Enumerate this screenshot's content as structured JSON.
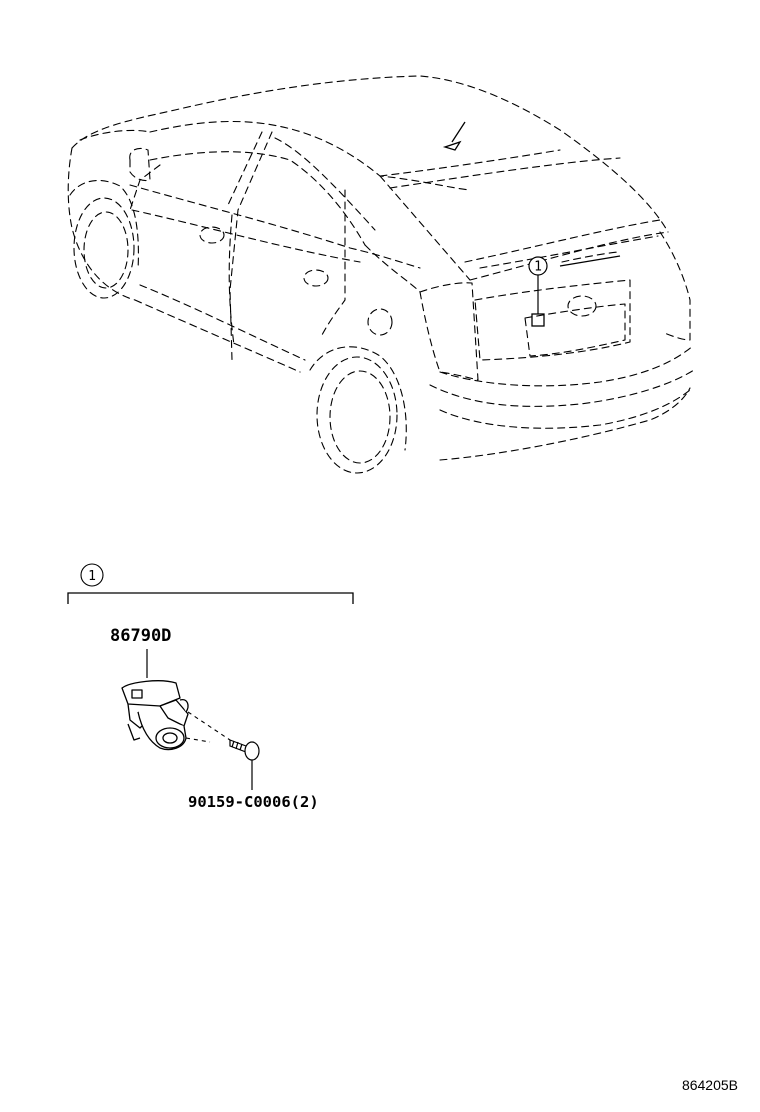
{
  "callout": {
    "number": "1"
  },
  "inset": {
    "callout_number": "1"
  },
  "parts": {
    "camera_part_number": "86790D",
    "screw_part_number": "90159-C0006(2)"
  },
  "illustration_code": "864205B"
}
